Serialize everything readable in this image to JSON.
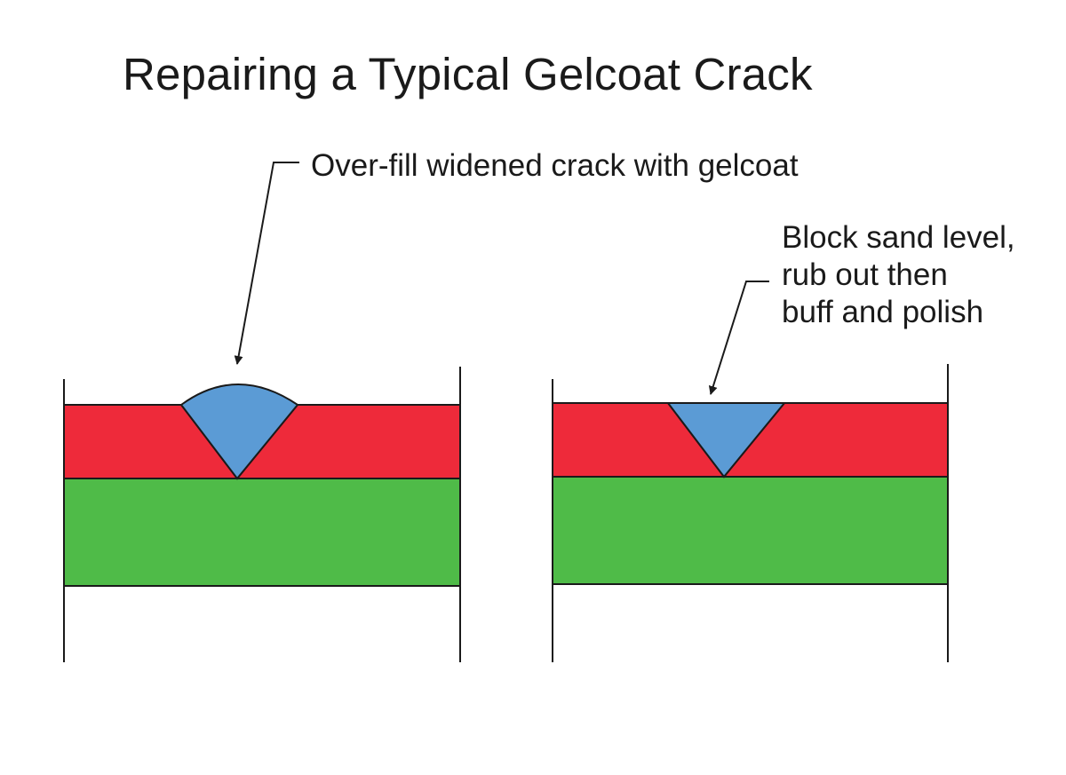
{
  "title": "Repairing a Typical Gelcoat Crack",
  "steps": [
    {
      "id": "step-1",
      "annotation": "Over-fill widened crack with gelcoat"
    },
    {
      "id": "step-2",
      "annotation_lines": [
        "Block sand level,",
        "rub out then",
        "buff and polish"
      ]
    }
  ],
  "colors": {
    "gelcoat_layer": "#EE2A3A",
    "laminate_layer": "#4FBB48",
    "gelcoat_filler": "#5B9BD5",
    "outline": "#1a1a1a"
  }
}
